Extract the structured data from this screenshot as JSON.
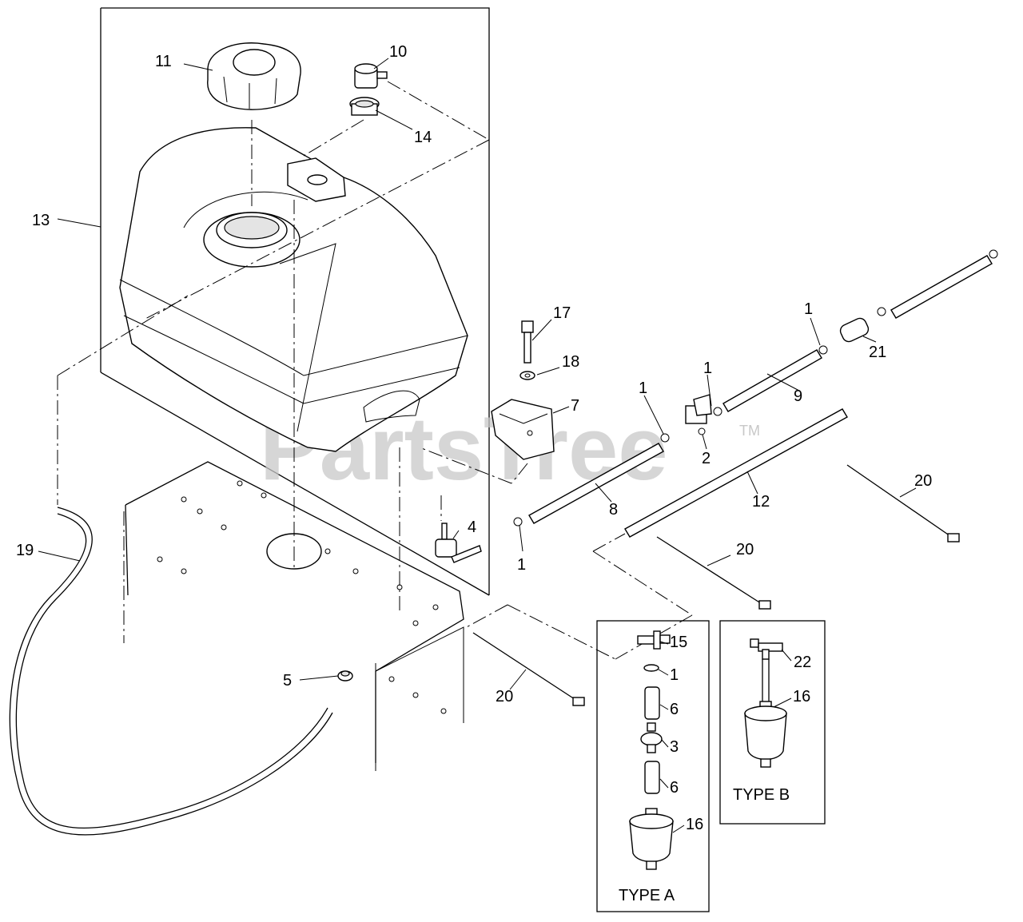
{
  "watermark": {
    "text": "PartsTree",
    "trademark": "TM"
  },
  "callouts": [
    {
      "id": "c1a",
      "text": "1"
    },
    {
      "id": "c1b",
      "text": "1"
    },
    {
      "id": "c1c",
      "text": "1"
    },
    {
      "id": "c1d",
      "text": "1"
    },
    {
      "id": "c1e",
      "text": "1"
    },
    {
      "id": "c2",
      "text": "2"
    },
    {
      "id": "c3",
      "text": "3"
    },
    {
      "id": "c4",
      "text": "4"
    },
    {
      "id": "c5",
      "text": "5"
    },
    {
      "id": "c6a",
      "text": "6"
    },
    {
      "id": "c6b",
      "text": "6"
    },
    {
      "id": "c7",
      "text": "7"
    },
    {
      "id": "c8",
      "text": "8"
    },
    {
      "id": "c9",
      "text": "9"
    },
    {
      "id": "c10",
      "text": "10"
    },
    {
      "id": "c11",
      "text": "11"
    },
    {
      "id": "c12",
      "text": "12"
    },
    {
      "id": "c13",
      "text": "13"
    },
    {
      "id": "c14",
      "text": "14"
    },
    {
      "id": "c15",
      "text": "15"
    },
    {
      "id": "c16a",
      "text": "16"
    },
    {
      "id": "c16b",
      "text": "16"
    },
    {
      "id": "c17",
      "text": "17"
    },
    {
      "id": "c18",
      "text": "18"
    },
    {
      "id": "c19",
      "text": "19"
    },
    {
      "id": "c20a",
      "text": "20"
    },
    {
      "id": "c20b",
      "text": "20"
    },
    {
      "id": "c20c",
      "text": "20"
    },
    {
      "id": "c21",
      "text": "21"
    },
    {
      "id": "c22",
      "text": "22"
    }
  ],
  "variants": {
    "type_a": "TYPE A",
    "type_b": "TYPE B"
  }
}
